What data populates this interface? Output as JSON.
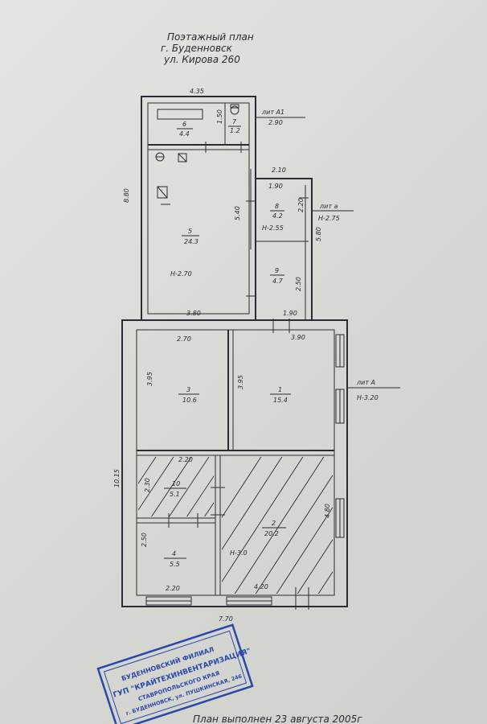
{
  "header": {
    "line1": "Поэтажный план",
    "line2": "г. Буденновск",
    "line3": "ул. Кирова 260"
  },
  "rooms": [
    {
      "num": "6",
      "area": "4.4"
    },
    {
      "num": "7",
      "area": "1.2"
    },
    {
      "num": "5",
      "area": "24.3"
    },
    {
      "num": "8",
      "area": "4.2"
    },
    {
      "num": "9",
      "area": "4.7"
    },
    {
      "num": "3",
      "area": "10.6"
    },
    {
      "num": "1",
      "area": "15.4"
    },
    {
      "num": "10",
      "area": "5.1"
    },
    {
      "num": "2",
      "area": "20.2"
    },
    {
      "num": "4",
      "area": "5.5"
    }
  ],
  "dimensions": {
    "top_width": "4.35",
    "left_height_upper": "8.80",
    "room7_w": "1.50",
    "width_210": "2.10",
    "width_190_top": "1.90",
    "room8_h": "2.20",
    "vert_540": "5.40",
    "vert_580": "5.80",
    "room9_h": "2.50",
    "bottom_380": "3.80",
    "bottom_190": "1.90",
    "room3_w": "2.70",
    "room1_w": "3.90",
    "room3_h": "3.95",
    "room1_h": "3.95",
    "left_height_lower": "10.15",
    "room10_w": "2.20",
    "room10_h": "2.30",
    "room2_h": "4.80",
    "room4_h": "2.50",
    "room4_w": "2.20",
    "room2_w": "4.20",
    "bottom_width": "7.70"
  },
  "heights": {
    "h5": "H-2.70",
    "h8": "H-2.55",
    "ha": "H-2.75",
    "hA": "H-3.20",
    "h2": "H-3.0"
  },
  "liters": {
    "a1": "лит А1",
    "a1_val": "2.90",
    "a_small": "лит а",
    "A_big": "лит А"
  },
  "stamp": {
    "line1": "БУДЕННОВСКИЙ ФИЛИАЛ",
    "line2": "ГУП \"КРАЙТЕХИНВЕНТАРИЗАЦИЯ\"",
    "line3": "СТАВРОПОЛЬСКОГО КРАЯ",
    "line4": "г. БУДЕННОВСК, ул. ПУШКИНСКАЯ, 246"
  },
  "footer": {
    "date_text": "План выполнен 23 августа 2005г"
  }
}
